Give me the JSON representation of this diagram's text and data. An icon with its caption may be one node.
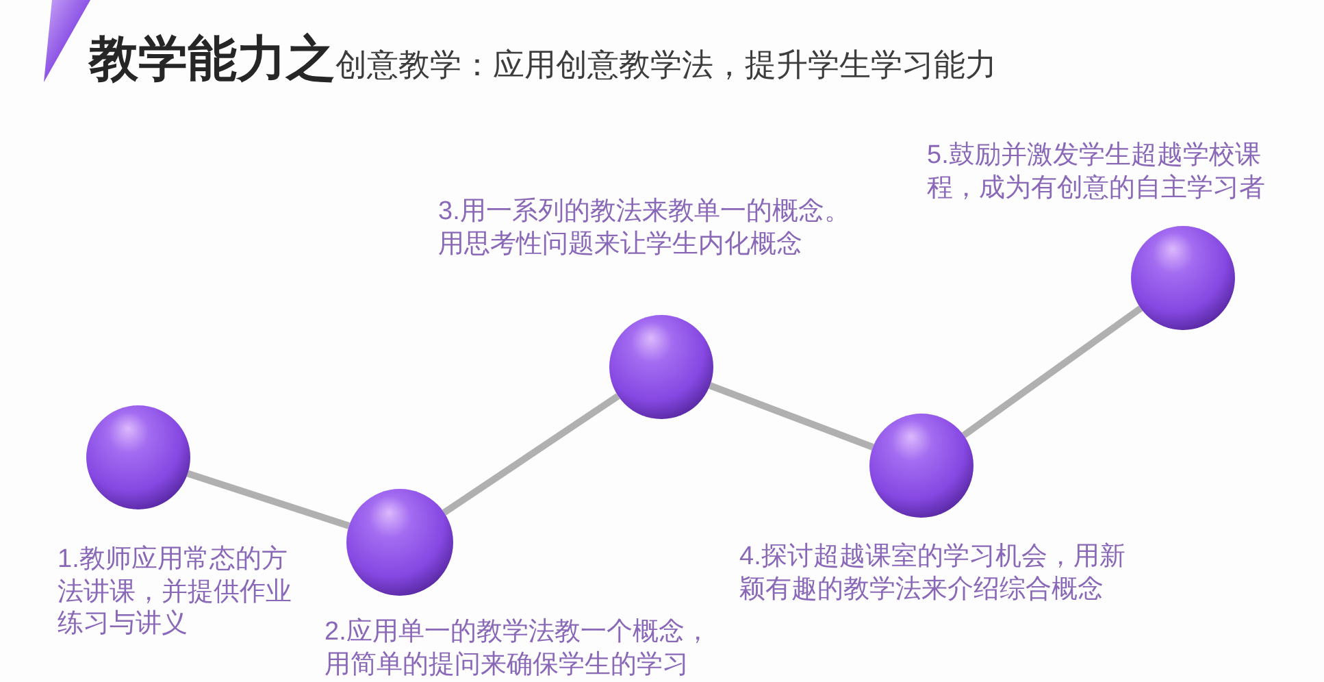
{
  "diagram": {
    "title": "**教学能力之**创意教学：应用创意教学法，提升学生学习能力",
    "nodes": [
      {
        "text": [],
        "shape": "circle",
        "beside": [
          "1.教师应用常态的方法讲课，并提供作业练习与讲义"
        ]
      },
      {
        "text": [],
        "shape": "circle",
        "beside": [
          "2.应用单一的教学法教一个概念，用简单的提问来确保学生的学习"
        ]
      },
      {
        "text": [],
        "shape": "circle",
        "beside": [
          "3.用一系列的教法来教单一的概念。用思考性问题来让学生内化概念"
        ]
      },
      {
        "text": [],
        "shape": "circle",
        "beside": [
          "4.探讨超越课室的学习机会，用新颖有趣的教学法来介绍综合概念"
        ]
      },
      {
        "text": [],
        "shape": "circle",
        "beside": [
          "5.鼓励并激发学生超越学校课程，成为有创意的自主学习者"
        ]
      }
    ],
    "edges": [
      {
        "from": 0,
        "to": 1,
        "arrow": "none"
      },
      {
        "from": 1,
        "to": 2,
        "arrow": "none"
      },
      {
        "from": 2,
        "to": 3,
        "arrow": "none"
      },
      {
        "from": 3,
        "to": 4,
        "arrow": "none"
      }
    ]
  }
}
